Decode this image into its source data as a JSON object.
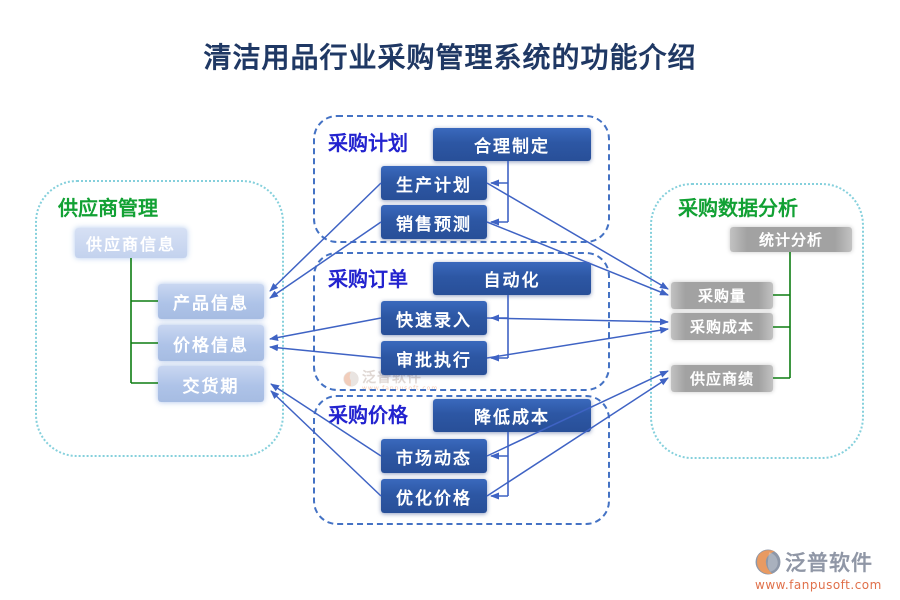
{
  "title": "清洁用品行业采购管理系统的功能介绍",
  "sections": {
    "supplier": {
      "title": "供应商管理",
      "root": "供应商信息",
      "items": [
        "产品信息",
        "价格信息",
        "交货期"
      ]
    },
    "plan": {
      "title": "采购计划",
      "root": "合理制定",
      "items": [
        "生产计划",
        "销售预测"
      ]
    },
    "order": {
      "title": "采购订单",
      "root": "自动化",
      "items": [
        "快速录入",
        "审批执行"
      ]
    },
    "price": {
      "title": "采购价格",
      "root": "降低成本",
      "items": [
        "市场动态",
        "优化价格"
      ]
    },
    "analysis": {
      "title": "采购数据分析",
      "root": "统计分析",
      "items": [
        "采购量",
        "采购成本",
        "供应商绩"
      ]
    }
  },
  "connections": [
    {
      "from": "合理制定",
      "to": "生产计划"
    },
    {
      "from": "合理制定",
      "to": "销售预测"
    },
    {
      "from": "自动化",
      "to": "快速录入"
    },
    {
      "from": "自动化",
      "to": "审批执行"
    },
    {
      "from": "降低成本",
      "to": "市场动态"
    },
    {
      "from": "降低成本",
      "to": "优化价格"
    },
    {
      "from": "生产计划",
      "to": "产品信息"
    },
    {
      "from": "销售预测",
      "to": "产品信息"
    },
    {
      "from": "快速录入",
      "to": "价格信息"
    },
    {
      "from": "审批执行",
      "to": "价格信息"
    },
    {
      "from": "市场动态",
      "to": "交货期"
    },
    {
      "from": "优化价格",
      "to": "交货期"
    },
    {
      "from": "生产计划",
      "to": "采购量"
    },
    {
      "from": "销售预测",
      "to": "采购量"
    },
    {
      "from": "快速录入",
      "to": "采购成本"
    },
    {
      "from": "审批执行",
      "to": "采购成本"
    },
    {
      "from": "市场动态",
      "to": "供应商绩"
    },
    {
      "from": "优化价格",
      "to": "供应商绩"
    }
  ],
  "logo": {
    "name": "泛普软件",
    "url": "www.fanpusoft.com"
  },
  "colors": {
    "title": "#1f3864",
    "section_title_blue": "#2323cf",
    "section_title_green": "#12a134",
    "box_dark_blue": "#2e59a7",
    "box_light_blue": "#aec3e8",
    "box_gray": "#a6a6a6",
    "arrow_blue": "#3f63c4",
    "tree_green": "#0e7d12",
    "outer_border": "#85d0dc",
    "middle_border": "#4472c4",
    "logo_orange": "#e0704a"
  }
}
